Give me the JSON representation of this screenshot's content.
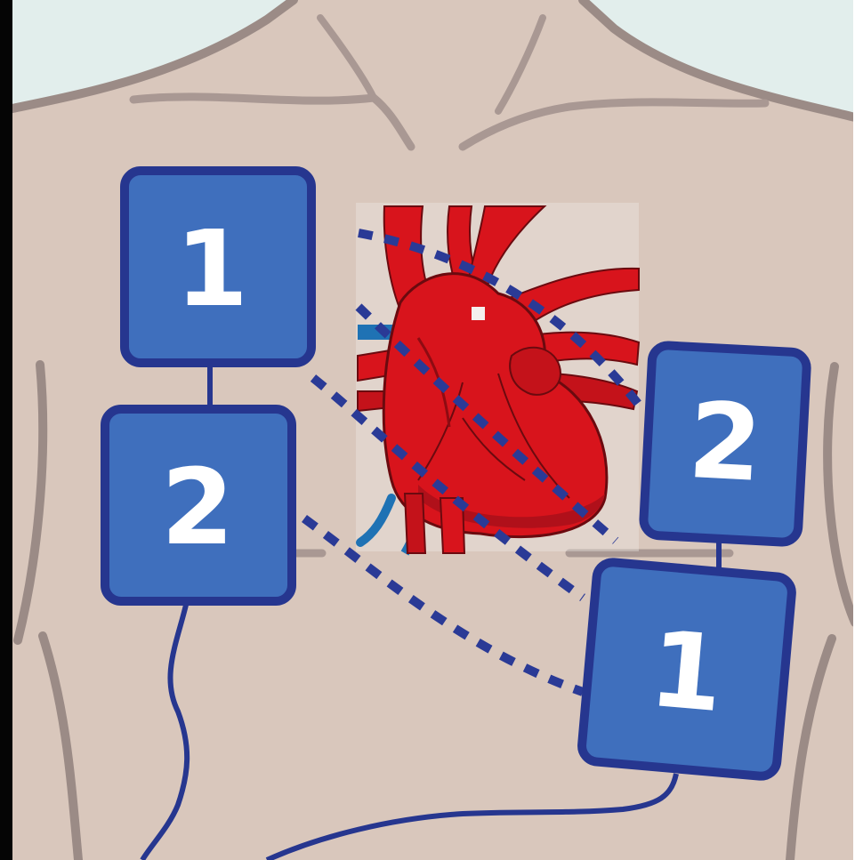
{
  "diagram": {
    "pads": [
      {
        "id": "pad-upper-right-chest",
        "label": "1",
        "set": "1"
      },
      {
        "id": "pad-lower-left-side",
        "label": "1",
        "set": "1"
      },
      {
        "id": "pad-front-left",
        "label": "2",
        "set": "2"
      },
      {
        "id": "pad-back-right",
        "label": "2",
        "set": "2"
      }
    ],
    "colors": {
      "background": "#e2eeec",
      "skin": "#d9c7bc",
      "body_outline": "#9b8b86",
      "pad_fill": "#3f6fbd",
      "pad_border": "#26368f",
      "pad_text": "#ffffff",
      "wire": "#26368f",
      "heart_red": "#d8141c",
      "heart_dark": "#8e0b12",
      "vessel_blue": "#1f72b4"
    },
    "icons": [
      "heart-illustration",
      "torso-illustration"
    ]
  }
}
